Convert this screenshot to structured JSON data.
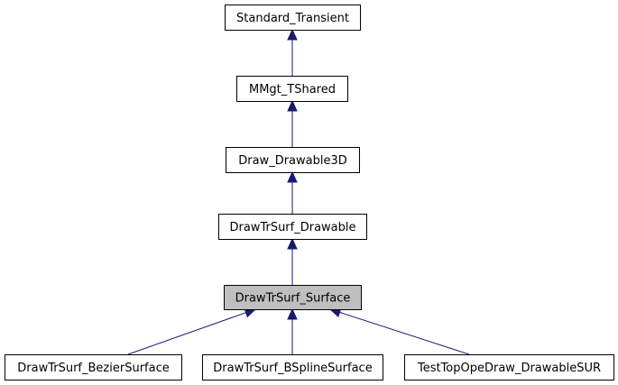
{
  "nodes": [
    {
      "id": "standard_transient",
      "label": "Standard_Transient"
    },
    {
      "id": "mmgt_tshared",
      "label": "MMgt_TShared"
    },
    {
      "id": "draw_drawable3d",
      "label": "Draw_Drawable3D"
    },
    {
      "id": "drawtrsurf_drawable",
      "label": "DrawTrSurf_Drawable"
    },
    {
      "id": "drawtrsurf_surface",
      "label": "DrawTrSurf_Surface"
    },
    {
      "id": "drawtrsurf_beziersurface",
      "label": "DrawTrSurf_BezierSurface"
    },
    {
      "id": "drawtrsurf_bsplinesurface",
      "label": "DrawTrSurf_BSplineSurface"
    },
    {
      "id": "testtopopedraw_drawablesur",
      "label": "TestTopOpeDraw_DrawableSUR"
    }
  ],
  "edges": [
    {
      "from": "mmgt_tshared",
      "to": "standard_transient"
    },
    {
      "from": "draw_drawable3d",
      "to": "mmgt_tshared"
    },
    {
      "from": "drawtrsurf_drawable",
      "to": "draw_drawable3d"
    },
    {
      "from": "drawtrsurf_surface",
      "to": "drawtrsurf_drawable"
    },
    {
      "from": "drawtrsurf_beziersurface",
      "to": "drawtrsurf_surface"
    },
    {
      "from": "drawtrsurf_bsplinesurface",
      "to": "drawtrsurf_surface"
    },
    {
      "from": "testtopopedraw_drawablesur",
      "to": "drawtrsurf_surface"
    }
  ],
  "highlighted_node": "drawtrsurf_surface",
  "colors": {
    "edge": "#191970",
    "highlight_fill": "#bfbfbf",
    "node_fill": "#ffffff",
    "node_border": "#000000"
  }
}
